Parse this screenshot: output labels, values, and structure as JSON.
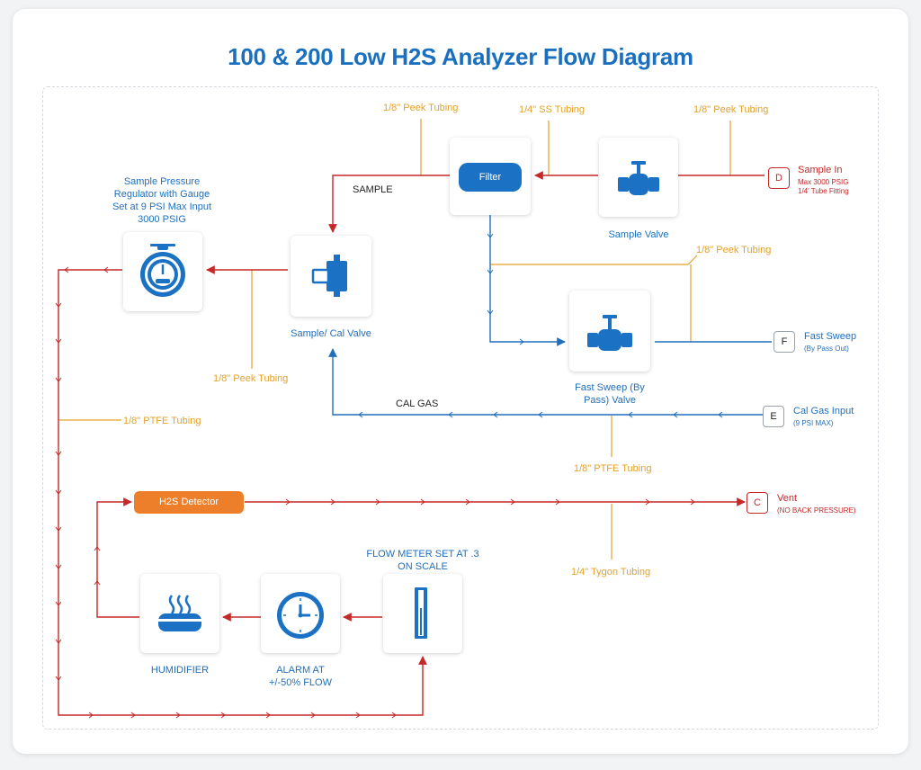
{
  "title": "100 & 200 Low H2S Analyzer Flow Diagram",
  "colors": {
    "title": "#1a6fbf",
    "sample_line": "#c62828",
    "cal_line": "#1f6fbd",
    "tubing_label": "#e3a12b",
    "detector": "#ee7f2a",
    "component_blue": "#1b72c4"
  },
  "components": {
    "filter": "Filter",
    "sample_valve": "Sample Valve",
    "sample_cal_valve": "Sample/ Cal Valve",
    "regulator": "Sample Pressure Regulator with Gauge Set at 9 PSI Max Input 3000 PSIG",
    "fast_sweep_valve": "Fast Sweep (By Pass) Valve",
    "h2s_detector": "H2S Detector",
    "humidifier": "HUMIDIFIER",
    "alarm": "ALARM AT +/-50% FLOW",
    "flow_meter": "FLOW METER SET AT .3 ON SCALE"
  },
  "line_labels": {
    "sample": "SAMPLE",
    "cal_gas": "CAL GAS"
  },
  "tubing": {
    "peek_filter_top": "1/8\" Peek Tubing",
    "ss_top": "1/4\" SS Tubing",
    "peek_sample_in": "1/8\" Peek Tubing",
    "peek_bypass": "1/8\" Peek Tubing",
    "peek_regulator": "1/8\" Peek Tubing",
    "ptfe_left": "1/8\" PTFE Tubing",
    "ptfe_cal": "1/8\" PTFE Tubing",
    "tygon_vent": "1/4\" Tygon Tubing"
  },
  "ports": {
    "d": {
      "letter": "D",
      "name": "Sample In",
      "sub1": "Max 3000 PSIG",
      "sub2": "1/4' Tube Fitting"
    },
    "f": {
      "letter": "F",
      "name": "Fast Sweep",
      "sub1": "(By Pass Out)"
    },
    "e": {
      "letter": "E",
      "name": "Cal Gas Input",
      "sub1": "(9 PSI MAX)"
    },
    "c": {
      "letter": "C",
      "name": "Vent",
      "sub1": "(NO BACK PRESSURE)"
    }
  },
  "icons": [
    "valve-icon",
    "tee-fitting-icon",
    "pressure-gauge-icon",
    "humidifier-icon",
    "clock-icon",
    "flow-meter-icon"
  ]
}
